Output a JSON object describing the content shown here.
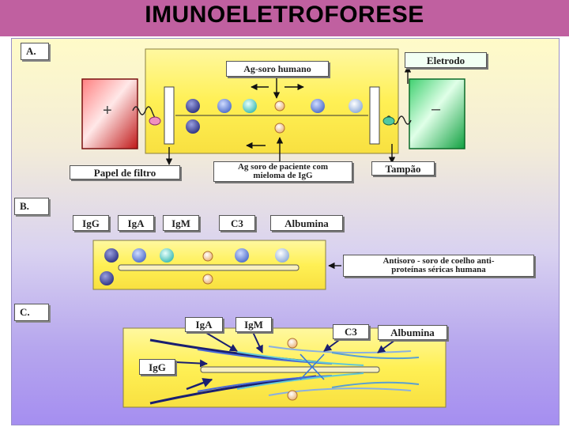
{
  "page": {
    "title": "IMUNOELETROFORESE"
  },
  "sections": {
    "a": {
      "tag": "A.",
      "ag_soro_humano": "Ag-soro humano",
      "eletrodo": "Eletrodo",
      "positive_sign": "+",
      "negative_sign": "–",
      "papel_de_filtro": "Papel de filtro",
      "ag_paciente_line1": "Ag soro de paciente com",
      "ag_paciente_line2": "mieloma de IgG",
      "tampao": "Tampão"
    },
    "b": {
      "tag": "B.",
      "antibodies": [
        "IgG",
        "IgA",
        "IgM",
        "C3",
        "Albumina"
      ],
      "antisoro_line1": "Antisoro - soro de coelho anti-",
      "antisoro_line2": "proteínas séricas humana"
    },
    "c": {
      "tag": "C.",
      "iga": "IgA",
      "igm": "IgM",
      "c3": "C3",
      "albumina": "Albumina",
      "igg": "IgG"
    }
  },
  "colors": {
    "title_bar": "#c060a0",
    "gel_yellow": "#fff36a",
    "anode_red": "#d82020",
    "cathode_green": "#1ab050",
    "dot_navy": "#3a3f9a",
    "dot_blue": "#6a8ad8",
    "dot_teal": "#7ad8d0",
    "dot_white": "#fff6d8"
  }
}
